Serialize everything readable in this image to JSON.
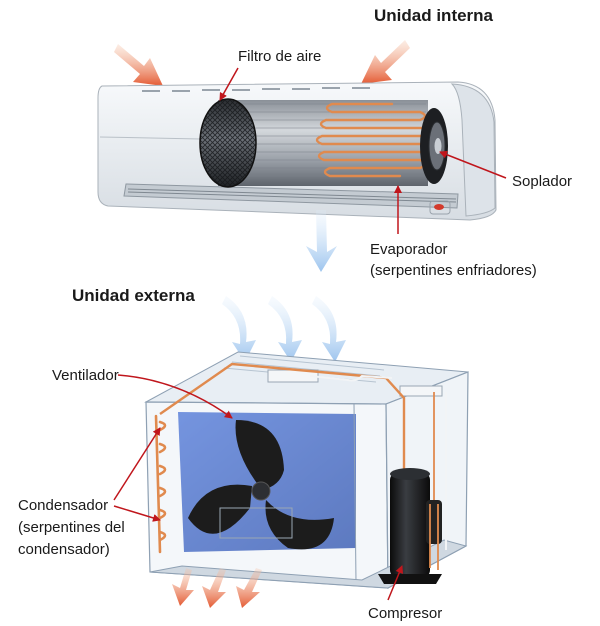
{
  "titles": {
    "indoor": "Unidad interna",
    "outdoor": "Unidad externa"
  },
  "labels": {
    "air_filter": "Filtro de aire",
    "blower": "Soplador",
    "evaporator_line1": "Evaporador",
    "evaporator_line2": "(serpentines enfriadores)",
    "fan": "Ventilador",
    "condenser_line1": "Condensador",
    "condenser_line2": "(serpentines del",
    "condenser_line3": "condensador)",
    "compressor": "Compresor"
  },
  "colors": {
    "pointer_arrow": "#c0161c",
    "hot_air_arrow": "#e8603a",
    "cool_air_arrow": "#a9cdf0",
    "coil": "#e08a4e",
    "unit_body": "#e9edf1",
    "outdoor_back_panel": "#2f59c8",
    "fan_blade": "#1c1c1c"
  }
}
